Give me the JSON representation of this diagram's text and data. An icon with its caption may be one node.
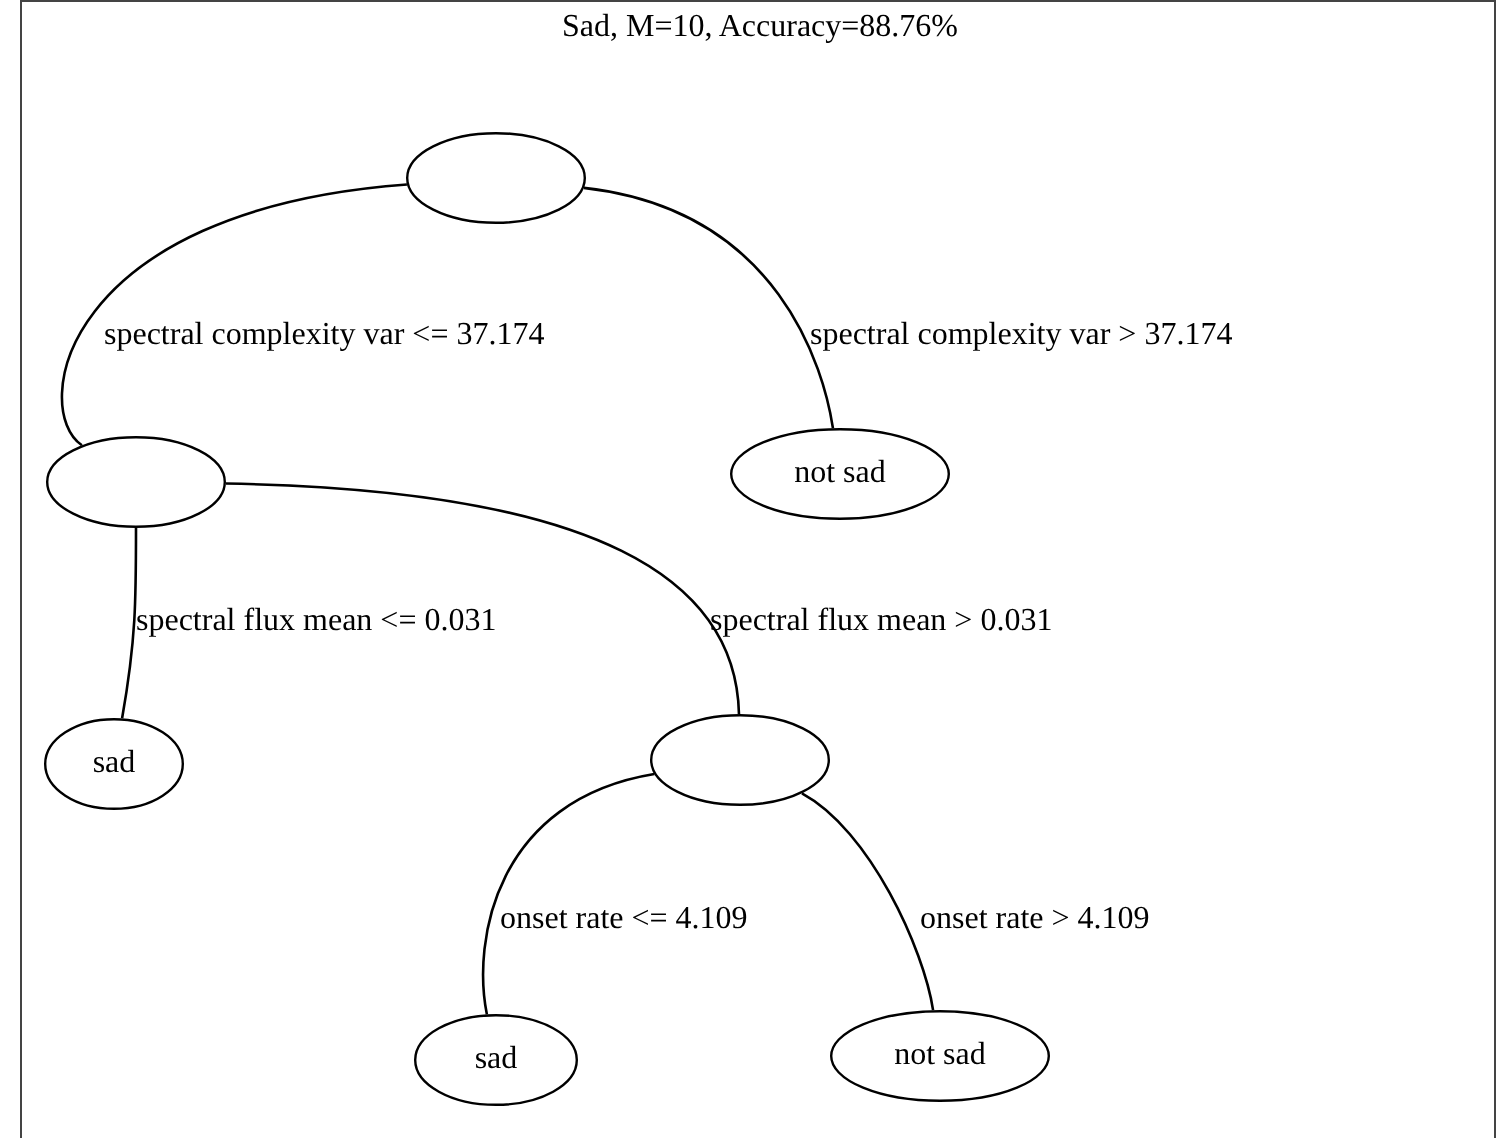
{
  "diagram": {
    "title": "Sad, M=10, Accuracy=88.76%",
    "nodes": [
      {
        "text": [],
        "shape": "circle"
      },
      {
        "text": [],
        "shape": "circle"
      },
      {
        "text": [
          "not sad"
        ]
      },
      {
        "text": [
          "sad"
        ]
      },
      {
        "text": [],
        "shape": "circle"
      },
      {
        "text": [
          "sad"
        ]
      },
      {
        "text": [
          "not sad"
        ]
      }
    ],
    "edges": [
      {
        "from": 0,
        "to": 1,
        "arrow": "none",
        "label": "spectral complexity var <= 37.174"
      },
      {
        "from": 0,
        "to": 2,
        "arrow": "none",
        "label": "spectral complexity var > 37.174"
      },
      {
        "from": 1,
        "to": 3,
        "arrow": "none",
        "label": "spectral flux mean <= 0.031"
      },
      {
        "from": 1,
        "to": 4,
        "arrow": "none",
        "label": "spectral flux mean > 0.031"
      },
      {
        "from": 4,
        "to": 5,
        "arrow": "none",
        "label": "onset rate <= 4.109"
      },
      {
        "from": 4,
        "to": 6,
        "arrow": "none",
        "label": "onset rate > 4.109"
      }
    ]
  }
}
